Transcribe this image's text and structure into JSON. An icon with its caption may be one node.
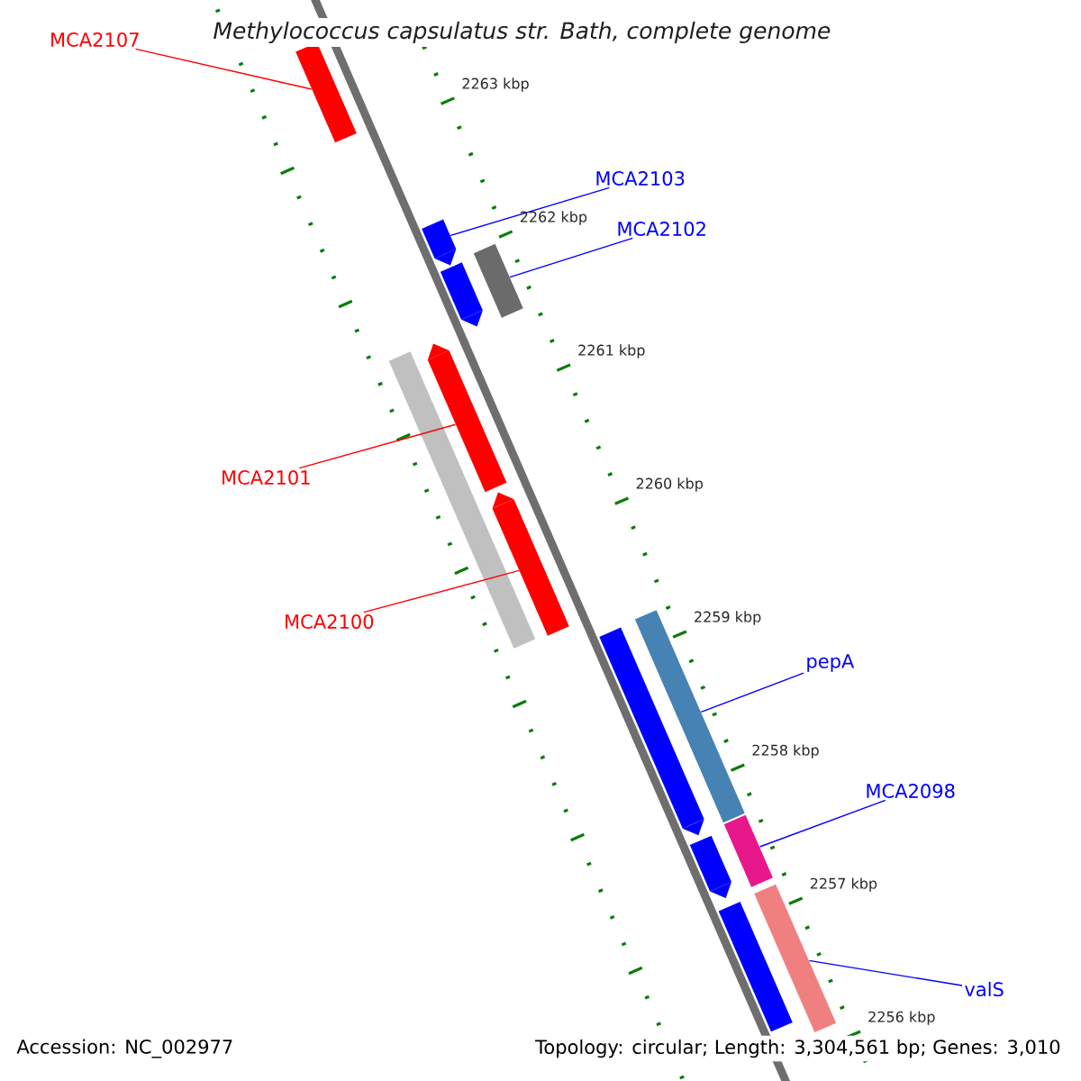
{
  "diagram": {
    "title": "Methylococcus capsulatus str. Bath, complete genome",
    "nodes": [
      {
        "text": [
          "MCA2107"
        ]
      },
      {
        "text": [],
        "shape": "bar"
      },
      {
        "text": [
          "MCA2103"
        ]
      },
      {
        "text": [],
        "shape": "bar"
      },
      {
        "text": [
          "MCA2102"
        ]
      },
      {
        "text": [],
        "shape": "bar"
      },
      {
        "text": [],
        "shape": "bar"
      },
      {
        "text": [],
        "shape": "bar"
      },
      {
        "text": [],
        "shape": "bar"
      },
      {
        "text": [
          "MCA2101"
        ]
      },
      {
        "text": [],
        "shape": "bar"
      },
      {
        "text": [
          "MCA2100"
        ]
      },
      {
        "text": [],
        "shape": "bar"
      },
      {
        "text": [],
        "shape": "bar"
      },
      {
        "text": [
          "pepA"
        ]
      },
      {
        "text": [],
        "shape": "bar"
      },
      {
        "text": [
          "MCA2098"
        ]
      },
      {
        "text": [],
        "shape": "bar"
      },
      {
        "text": [],
        "shape": "bar"
      },
      {
        "text": [],
        "shape": "bar"
      },
      {
        "text": [
          "valS"
        ]
      }
    ],
    "edges": [
      {
        "from": 0,
        "to": 1,
        "arrow": "none",
        "color": "#ff0000"
      },
      {
        "from": 2,
        "to": 3,
        "arrow": "none"
      },
      {
        "from": 4,
        "to": 6,
        "arrow": "none"
      },
      {
        "from": 9,
        "to": 8,
        "arrow": "none",
        "color": "#ff0000"
      },
      {
        "from": 11,
        "to": 10,
        "arrow": "none",
        "color": "#ff0000"
      },
      {
        "from": 14,
        "to": 13,
        "arrow": "none"
      },
      {
        "from": 16,
        "to": 15,
        "arrow": "none"
      },
      {
        "from": 20,
        "to": 19,
        "arrow": "none"
      }
    ],
    "labels": [
      "2263 kbp",
      "2262 kbp",
      "2261 kbp",
      "2260 kbp",
      "2259 kbp",
      "2258 kbp",
      "2257 kbp",
      "2256 kbp",
      "Accession: NC_002977",
      "Topology: circular; Length: 3,304,561 bp; Genes: 3,010"
    ]
  }
}
